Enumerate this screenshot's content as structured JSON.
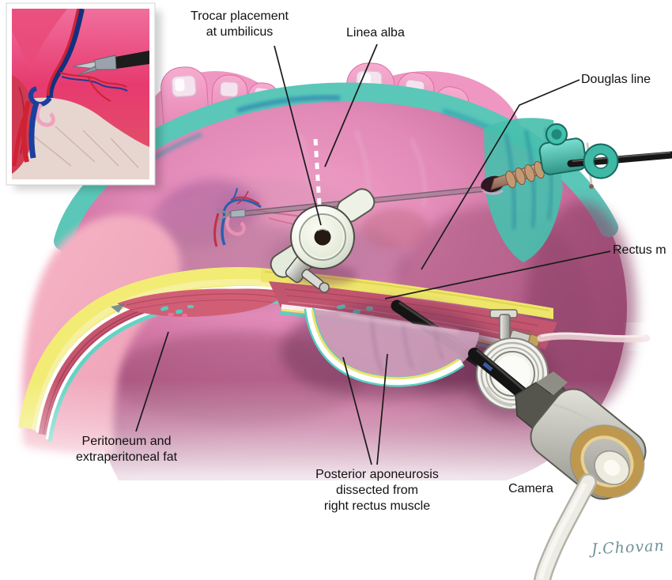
{
  "labels": {
    "trocar_placement": "Trocar placement\nat umbilicus",
    "linea_alba": "Linea alba",
    "douglas_line": "Douglas line",
    "rectus_muscle": "Rectus m",
    "peritoneum": "Peritoneum and\nextraperitoneal fat",
    "posterior_aponeurosis": "Posterior aponeurosis\ndissected from\nright rectus muscle",
    "camera": "Camera",
    "signature": "J.Chovan"
  },
  "parts": [
    "inset-detail-view",
    "left-foot-toes",
    "right-foot-toes",
    "abdominal-dome",
    "surgical-drape-rim",
    "umbilical-trocar",
    "right-trocar",
    "instrument-shaft",
    "epigastric-vessels",
    "abdominal-wall-cross-section",
    "rectus-muscle-band",
    "posterior-aponeurosis-flap",
    "camera-port",
    "laparoscope-camera",
    "camera-cable"
  ],
  "colors": {
    "background": "#ffffff",
    "skin_pink": "#f3a8c0",
    "dome_magenta": "#d879a8",
    "interior_mauve": "#b07592",
    "drape_teal": "#5ec9ba",
    "fat_yellow": "#f2ea6e",
    "muscle_red": "#c5566e",
    "peritoneum_teal": "#5ad2c2",
    "instrument_black": "#1c1c1c",
    "label_text": "#111111",
    "signature_teal": "#6f9398"
  }
}
